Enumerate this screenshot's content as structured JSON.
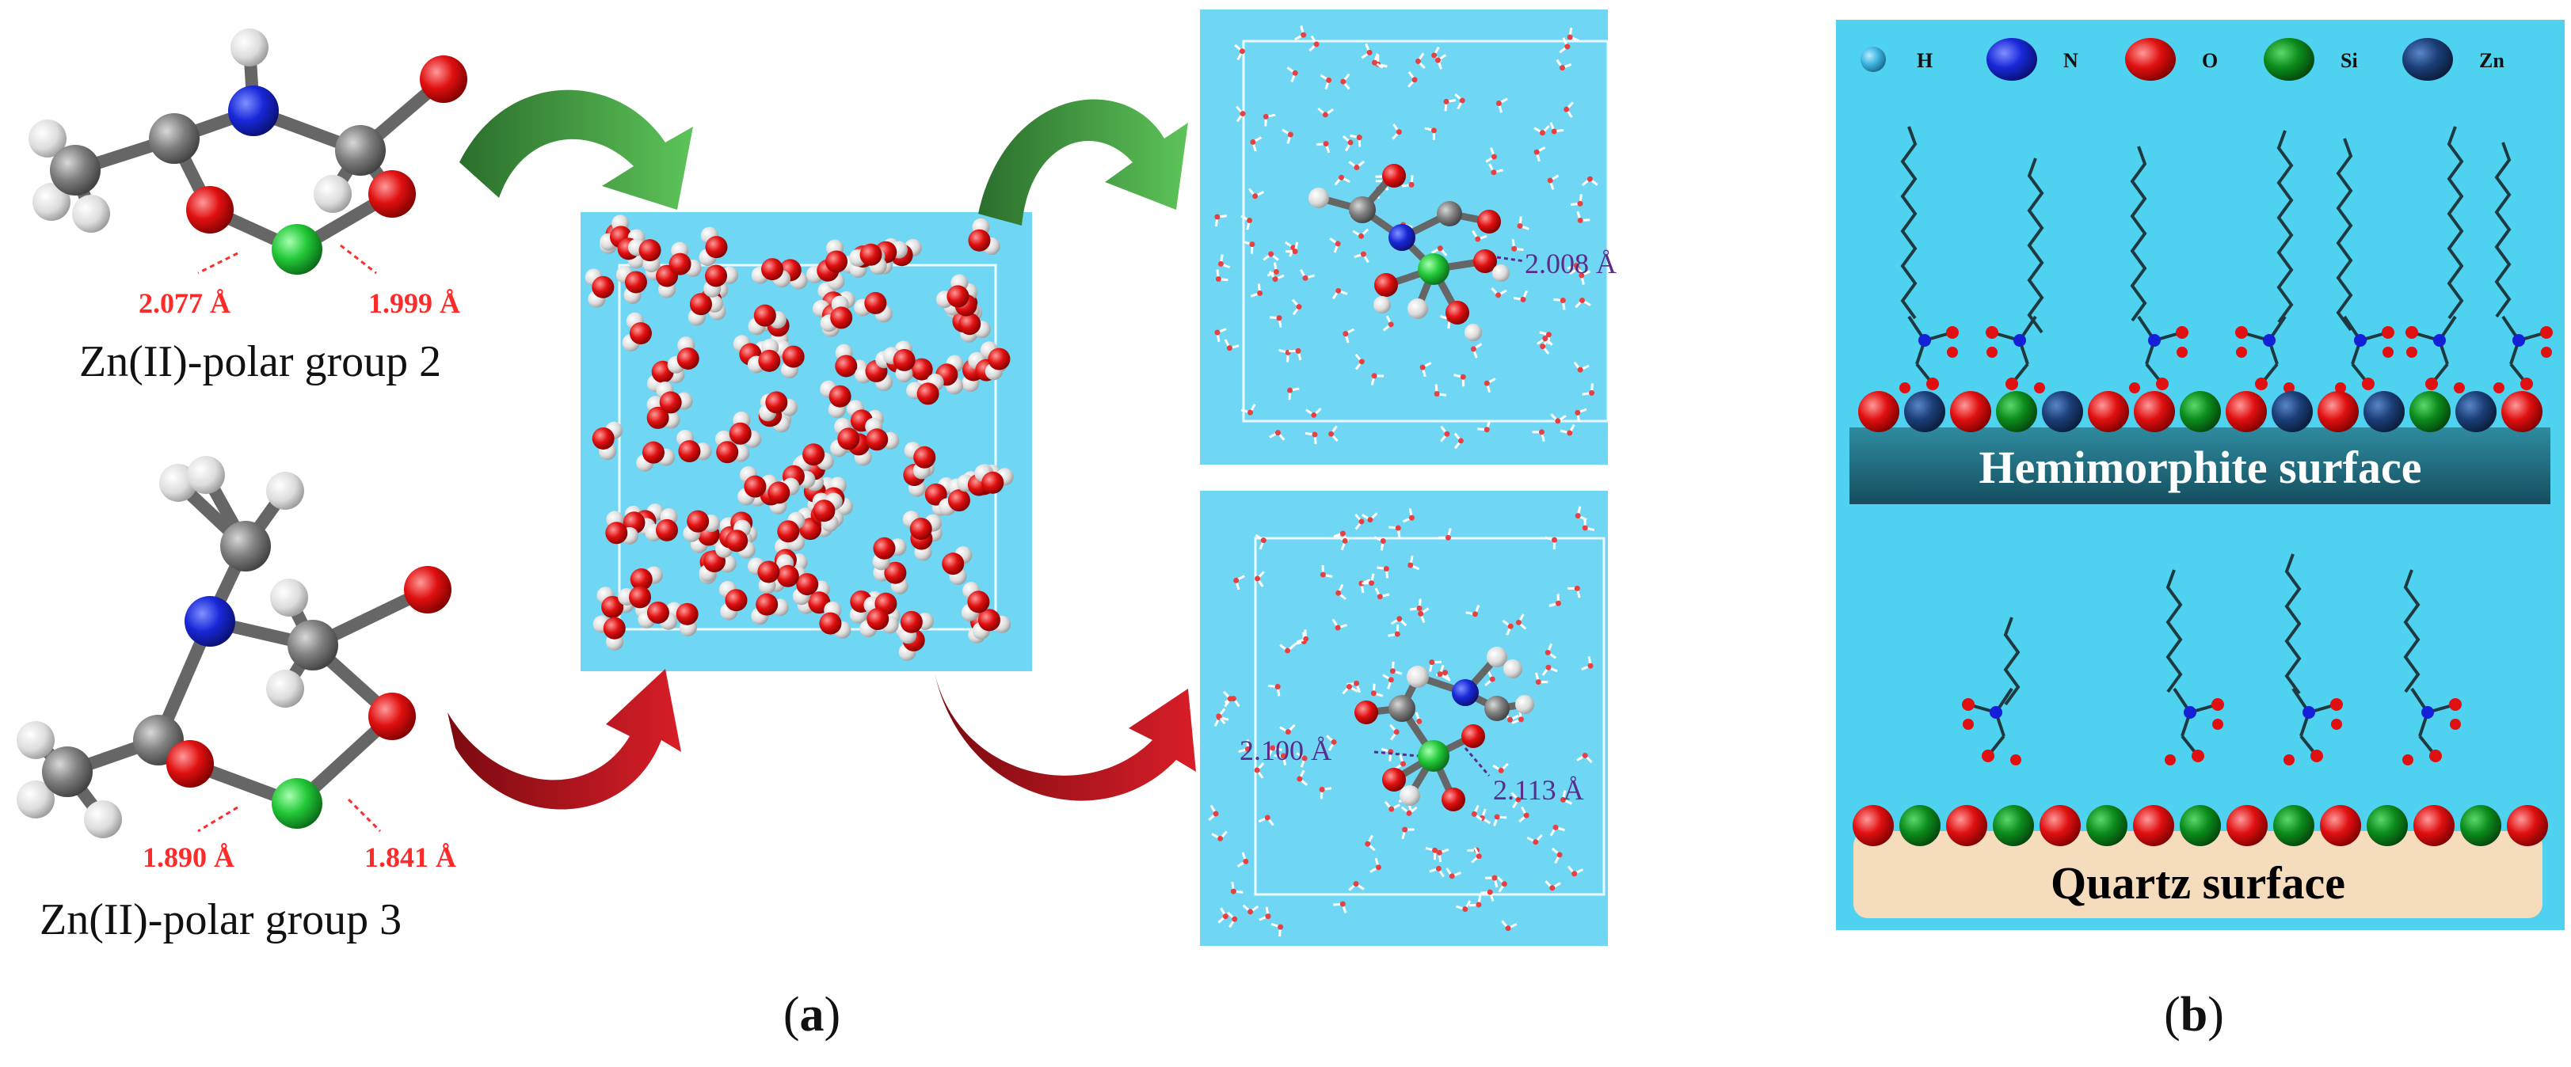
{
  "colors": {
    "panel_bg": "#6fd6f4",
    "right_bg": "#4fd1f0",
    "carbon": "#7a7a7a",
    "hydrogen": "#e8e8e8",
    "nitrogen": "#1828d8",
    "oxygen": "#e01010",
    "zinc": "#22c838",
    "silicon": "#0c8c1c",
    "green_arrow": "#3f9e3c",
    "red_arrow": "#b3121d",
    "distance_red": "#ff2a2a",
    "distance_purple": "#5b2d8a",
    "hemimorphite_bar": "#1f6e82",
    "quartz_bar": "#f5dcbc"
  },
  "panel_a": {
    "label_text": "a",
    "molecule2": {
      "label": "Zn(II)-polar group 2",
      "dist_left": "2.077 Å",
      "dist_right": "1.999 Å"
    },
    "molecule3": {
      "label": "Zn(II)-polar group 3",
      "dist_left": "1.890 Å",
      "dist_right": "1.841 Å"
    },
    "box_top_right": {
      "distance": "2.008 Å"
    },
    "box_bottom_right": {
      "distance_left": "2.100 Å",
      "distance_right": "2.113 Å"
    }
  },
  "panel_b": {
    "label_text": "b",
    "legend": [
      {
        "symbol": "H",
        "color": "#3fb6e0"
      },
      {
        "symbol": "N",
        "color": "#1420d8"
      },
      {
        "symbol": "O",
        "color": "#e01010"
      },
      {
        "symbol": "Si",
        "color": "#0c8c1c"
      },
      {
        "symbol": "Zn",
        "color": "#1b3f78"
      }
    ],
    "hemimorphite_label": "Hemimorphite surface",
    "quartz_label": "Quartz surface",
    "hemimorphite_atoms": [
      "O",
      "Zn",
      "O",
      "Si",
      "Zn",
      "O",
      "O",
      "Si",
      "O",
      "Zn",
      "O",
      "Zn",
      "Si",
      "Zn",
      "O"
    ],
    "quartz_atoms": [
      "O",
      "Si",
      "O",
      "Si",
      "O",
      "Si",
      "O",
      "Si",
      "O",
      "Si",
      "O",
      "Si",
      "O",
      "Si",
      "O"
    ]
  }
}
